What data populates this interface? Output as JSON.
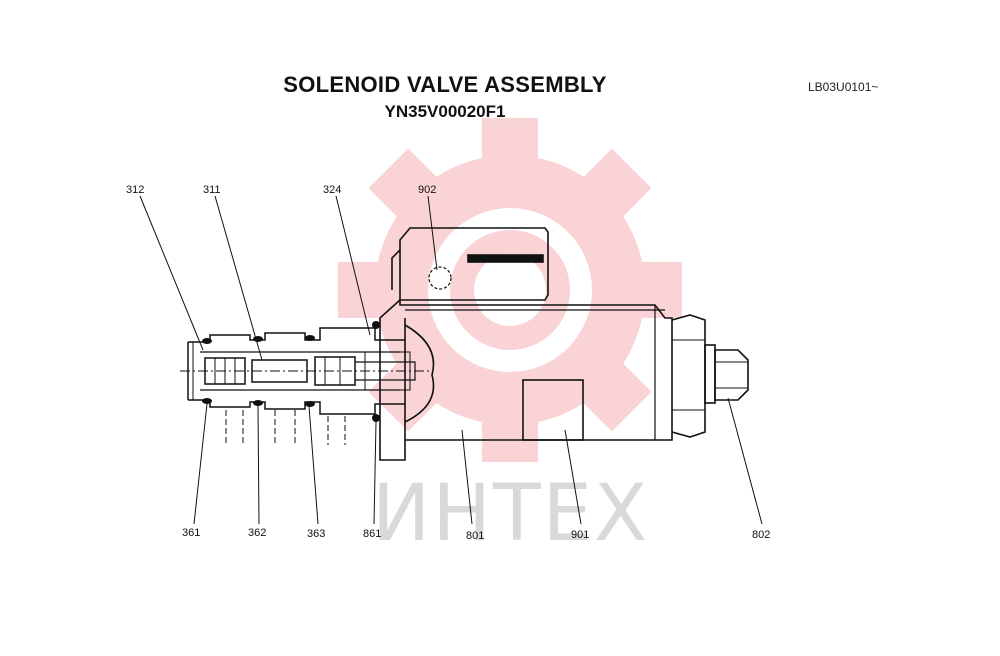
{
  "header": {
    "title": "SOLENOID VALVE ASSEMBLY",
    "part_number": "YN35V00020F1",
    "serial_range": "LB03U0101~"
  },
  "watermark": {
    "text": "ИНТЕХ",
    "color": "#f2a0a3"
  },
  "callouts": {
    "c312": "312",
    "c311": "311",
    "c324": "324",
    "c902": "902",
    "c361": "361",
    "c362": "362",
    "c363": "363",
    "c861": "861",
    "c801": "801",
    "c901": "901",
    "c802": "802"
  }
}
